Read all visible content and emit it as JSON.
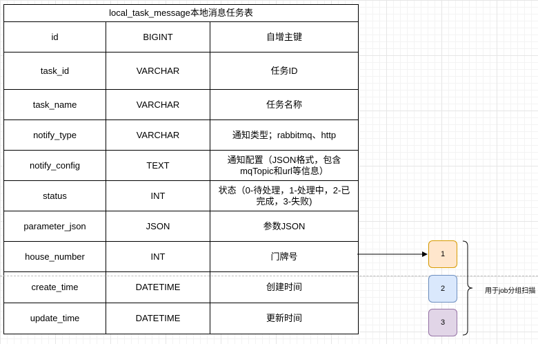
{
  "table": {
    "title": "local_task_message本地消息任务表",
    "rows": [
      {
        "name": "id",
        "type": "BIGINT",
        "desc": "自增主键"
      },
      {
        "name": "task_id",
        "type": "VARCHAR",
        "desc": "任务ID"
      },
      {
        "name": "task_name",
        "type": "VARCHAR",
        "desc": "任务名称"
      },
      {
        "name": "notify_type",
        "type": "VARCHAR",
        "desc": "通知类型；rabbitmq、http"
      },
      {
        "name": "notify_config",
        "type": "TEXT",
        "desc": "通知配置（JSON格式，包含mqTopic和url等信息）"
      },
      {
        "name": "status",
        "type": "INT",
        "desc": "状态（0-待处理，1-处理中，2-已完成，3-失败)"
      },
      {
        "name": "parameter_json",
        "type": "JSON",
        "desc": "参数JSON"
      },
      {
        "name": "house_number",
        "type": "INT",
        "desc": "门牌号"
      },
      {
        "name": "create_time",
        "type": "DATETIME",
        "desc": "创建时间"
      },
      {
        "name": "update_time",
        "type": "DATETIME",
        "desc": "更新时间"
      }
    ]
  },
  "groups": {
    "boxes": [
      {
        "label": "1",
        "fill": "#ffe6cc",
        "stroke": "#d79b00"
      },
      {
        "label": "2",
        "fill": "#dae8fc",
        "stroke": "#6c8ebf"
      },
      {
        "label": "3",
        "fill": "#e1d5e7",
        "stroke": "#9673a6"
      }
    ],
    "note": "用于job分组扫描"
  }
}
